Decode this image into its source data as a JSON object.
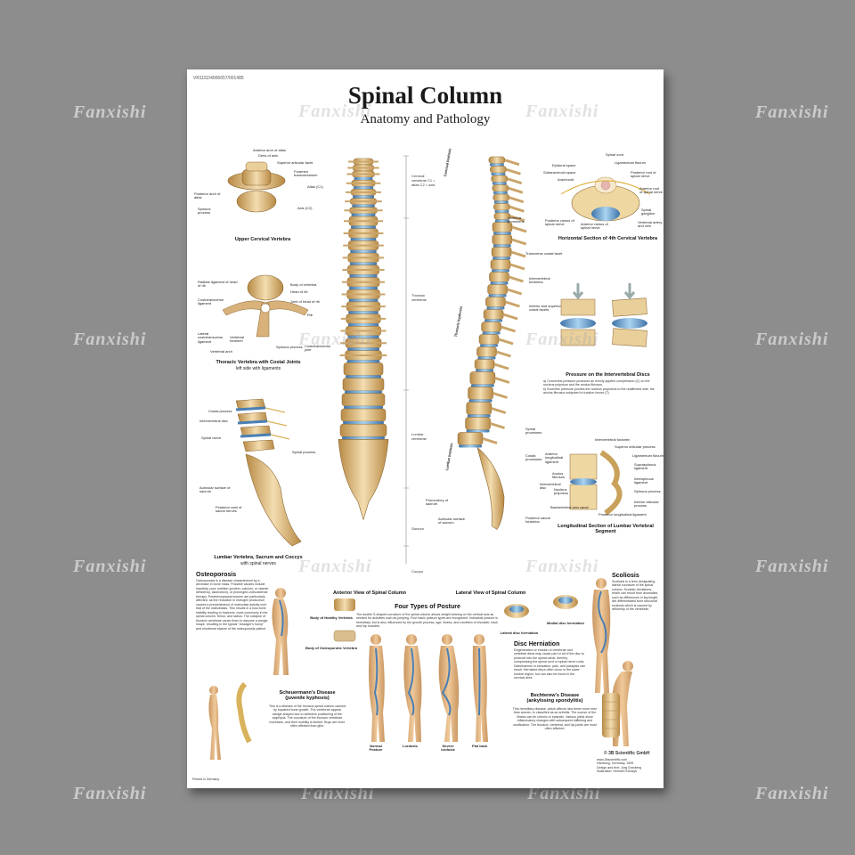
{
  "watermark": "Fanxishi",
  "poster": {
    "reference_code": "VR1152/4006657/001485",
    "title": "Spinal Column",
    "subtitle": "Anatomy and Pathology",
    "printed": "Printed in Germany",
    "publisher": "© 3B Scientific GmbH",
    "publisher_info": "www.3bscientific.com\nHamburg, Germany, 1995\nDesign and text: Jorg Grosberg\nIllustration: Heinrich Kienzyk",
    "sections": {
      "upper_cervical": {
        "caption": "Upper Cervical Vertebra",
        "labels": [
          "Anterior arch of atlas",
          "Dens of axis",
          "Superior articular facet",
          "Foramen transversarium",
          "Atlas (C1)",
          "Posterior arch of atlas",
          "Spinous process",
          "Axis (C2)"
        ]
      },
      "thoracic_costal": {
        "caption": "Thoracic Vertebra with Costal Joints",
        "caption_sub": "left side with ligaments",
        "labels": [
          "Radiate ligament of head of rib",
          "Body of vertebra",
          "Head of rib",
          "Costotransverse ligament",
          "Joint of head of rib",
          "Rib",
          "Lateral costotransverse ligament",
          "Vertebral foramen",
          "Vertebral arch",
          "Spinous process",
          "Costotransverse joint"
        ]
      },
      "lumbar_sacrum": {
        "caption": "Lumbar Vertebra, Sacrum and Coccyx",
        "caption_sub": "with spinal nerves",
        "labels": [
          "Costal process",
          "Intervertebral disc",
          "Spinal nerve",
          "Spinal process",
          "Auricular surface of sacrum",
          "Posterior rami of sacral nerves"
        ]
      },
      "anterior_view": {
        "caption": "Anterior View of Spinal Column",
        "regions": [
          "Cervical vertebrae C1 = atlas C2 = axis",
          "Thoracic vertebrae",
          "Lumbar vertebrae",
          "Sacrum",
          "Coccyx"
        ]
      },
      "lateral_view": {
        "caption": "Lateral View of Spinal Column",
        "curves": [
          "Cervical lordosis",
          "Thoracic kyphosis",
          "Lumbar lordosis"
        ],
        "labels": [
          "Vertebra prominens",
          "Transverse costal facet",
          "Intervertebral foramina",
          "Inferior and superior costal facets",
          "Spinal processes",
          "Costal processes",
          "Promontory of sacrum",
          "Auricular surface of sacrum",
          "Posterior sacral foramina"
        ]
      },
      "horizontal_section": {
        "caption": "Horizontal Section of 4th Cervical Vertebra",
        "labels": [
          "Epidural space",
          "Spinal cord",
          "Ligamentum flavum",
          "Subarachnoid space",
          "Arachnoid",
          "Posterior root of spinal nerve",
          "Anterior root of spinal nerve",
          "Spinal ganglion",
          "Vertebral artery and vein",
          "Posterior ramus of spinal nerve",
          "Anterior ramus of spinal nerve"
        ]
      },
      "pressure": {
        "caption": "Pressure on the Intervertebral Discs",
        "text": "a) Concentric pressure produces an evenly applied compression (C) on the nucleus pulposus and the anulus fibrosus.\nb) Eccentric pressure pushes the nucleus propulsus to the unaffected side, the anulus fibrosus subjected to traction forces (T)."
      },
      "longitudinal": {
        "caption": "Longitudinal Section of Lumbar Vertebral Segment",
        "labels": [
          "Intervertebral foramen",
          "Superior articular process",
          "Ligamentum flavum",
          "Anterior longitudinal ligament",
          "Supraspinous ligament",
          "Anulus fibrosus",
          "Interspinous ligament",
          "Intervertebral disc",
          "Nucleus pulposus",
          "Spinous process",
          "Basivertebral vein canal",
          "Inferior articular process",
          "Posterior longitudinal ligament"
        ]
      },
      "osteoporosis": {
        "heading": "Osteoporosis",
        "text": "Osteoporosis is a disease characterized by a decrease in bone mass. Possible causes include inactivity, poor nutrition (protein, calcium, or vitamin deficiency, alcoholism), or prolonged corticosteroid therapy. Postmenopausal women are particularly affected, as the reduction in estrogen production causes a predominance of osteoclast activity over that of the osteoblasts. This results in a loss bone stability leading to fractures, most commonly in the spinal column, femur, and radius. The collapse of thoracic vertebrae cause them to assume a wedge shape, resulting in the typical \"dowager's hump\" and shortened stature of the osteoporosis patient.",
        "healthy_caption": "Body of Healthy Vertebra",
        "osteoporotic_caption": "Body of Osteoporotic Vertebra"
      },
      "scheuermann": {
        "heading": "Scheuermann's Disease\n(juvenile kyphosis)",
        "text": "This is a disease of the thoracic spinal column caused by impaired bone growth. The vertebrae appear wedge-shaped due to defective positioning of the epiphysis. The curvature of the thoracic vertebrae increases, and their mobility is limited. Boys are more often affected than girls."
      },
      "posture": {
        "heading": "Four Types of Posture",
        "text": "The double S-shaped curvature of the spinal column allows weight bearing on the vertical axis as needed for activities such as jumping. Four basic posture types are recognized. Individual posture is hereditary, but is also influenced by the growth process, age, illness, and condition of shoulder, back and hip muscles.",
        "types": [
          "Normal Posture",
          "Lordosis",
          "Severe lordosis",
          "Flat back"
        ]
      },
      "herniation": {
        "lateral_caption": "Lateral disc herniation",
        "medial_caption": "Medial disc herniation",
        "heading": "Disc Herniation",
        "text": "Degeneration or erosion of vertebrae and vertebral discs may cause part or all of the disc to protrude into the spinal canal, thereby compressing the spinal cord or spinal nerve roots. Disturbances in sensation, pain, and paralysis can result. Herniated discs often occur in the lower lumbar region, but can also be found in the cervical area."
      },
      "scoliosis": {
        "heading": "Scoliosis",
        "text": "Scoliosis is a term designating lateral curvature of the spinal column. Scoliotic deviations, which can result from anomalies such as differences in leg length, are differentiated from structural scoliosis which is caused by deformity of the vertebrae."
      },
      "bechterew": {
        "heading": "Bechterew's Disease\n(ankylosing spondylitis)",
        "text": "This hereditary disease, which affects nine times more men than women, is classified as an arthritis. The course of the illness can be chronic or episodic. Various joints show inflammatory changes with subsequent stiffening and ossification. The thoracic, vertebral, and hip joints are most often affected."
      }
    }
  }
}
